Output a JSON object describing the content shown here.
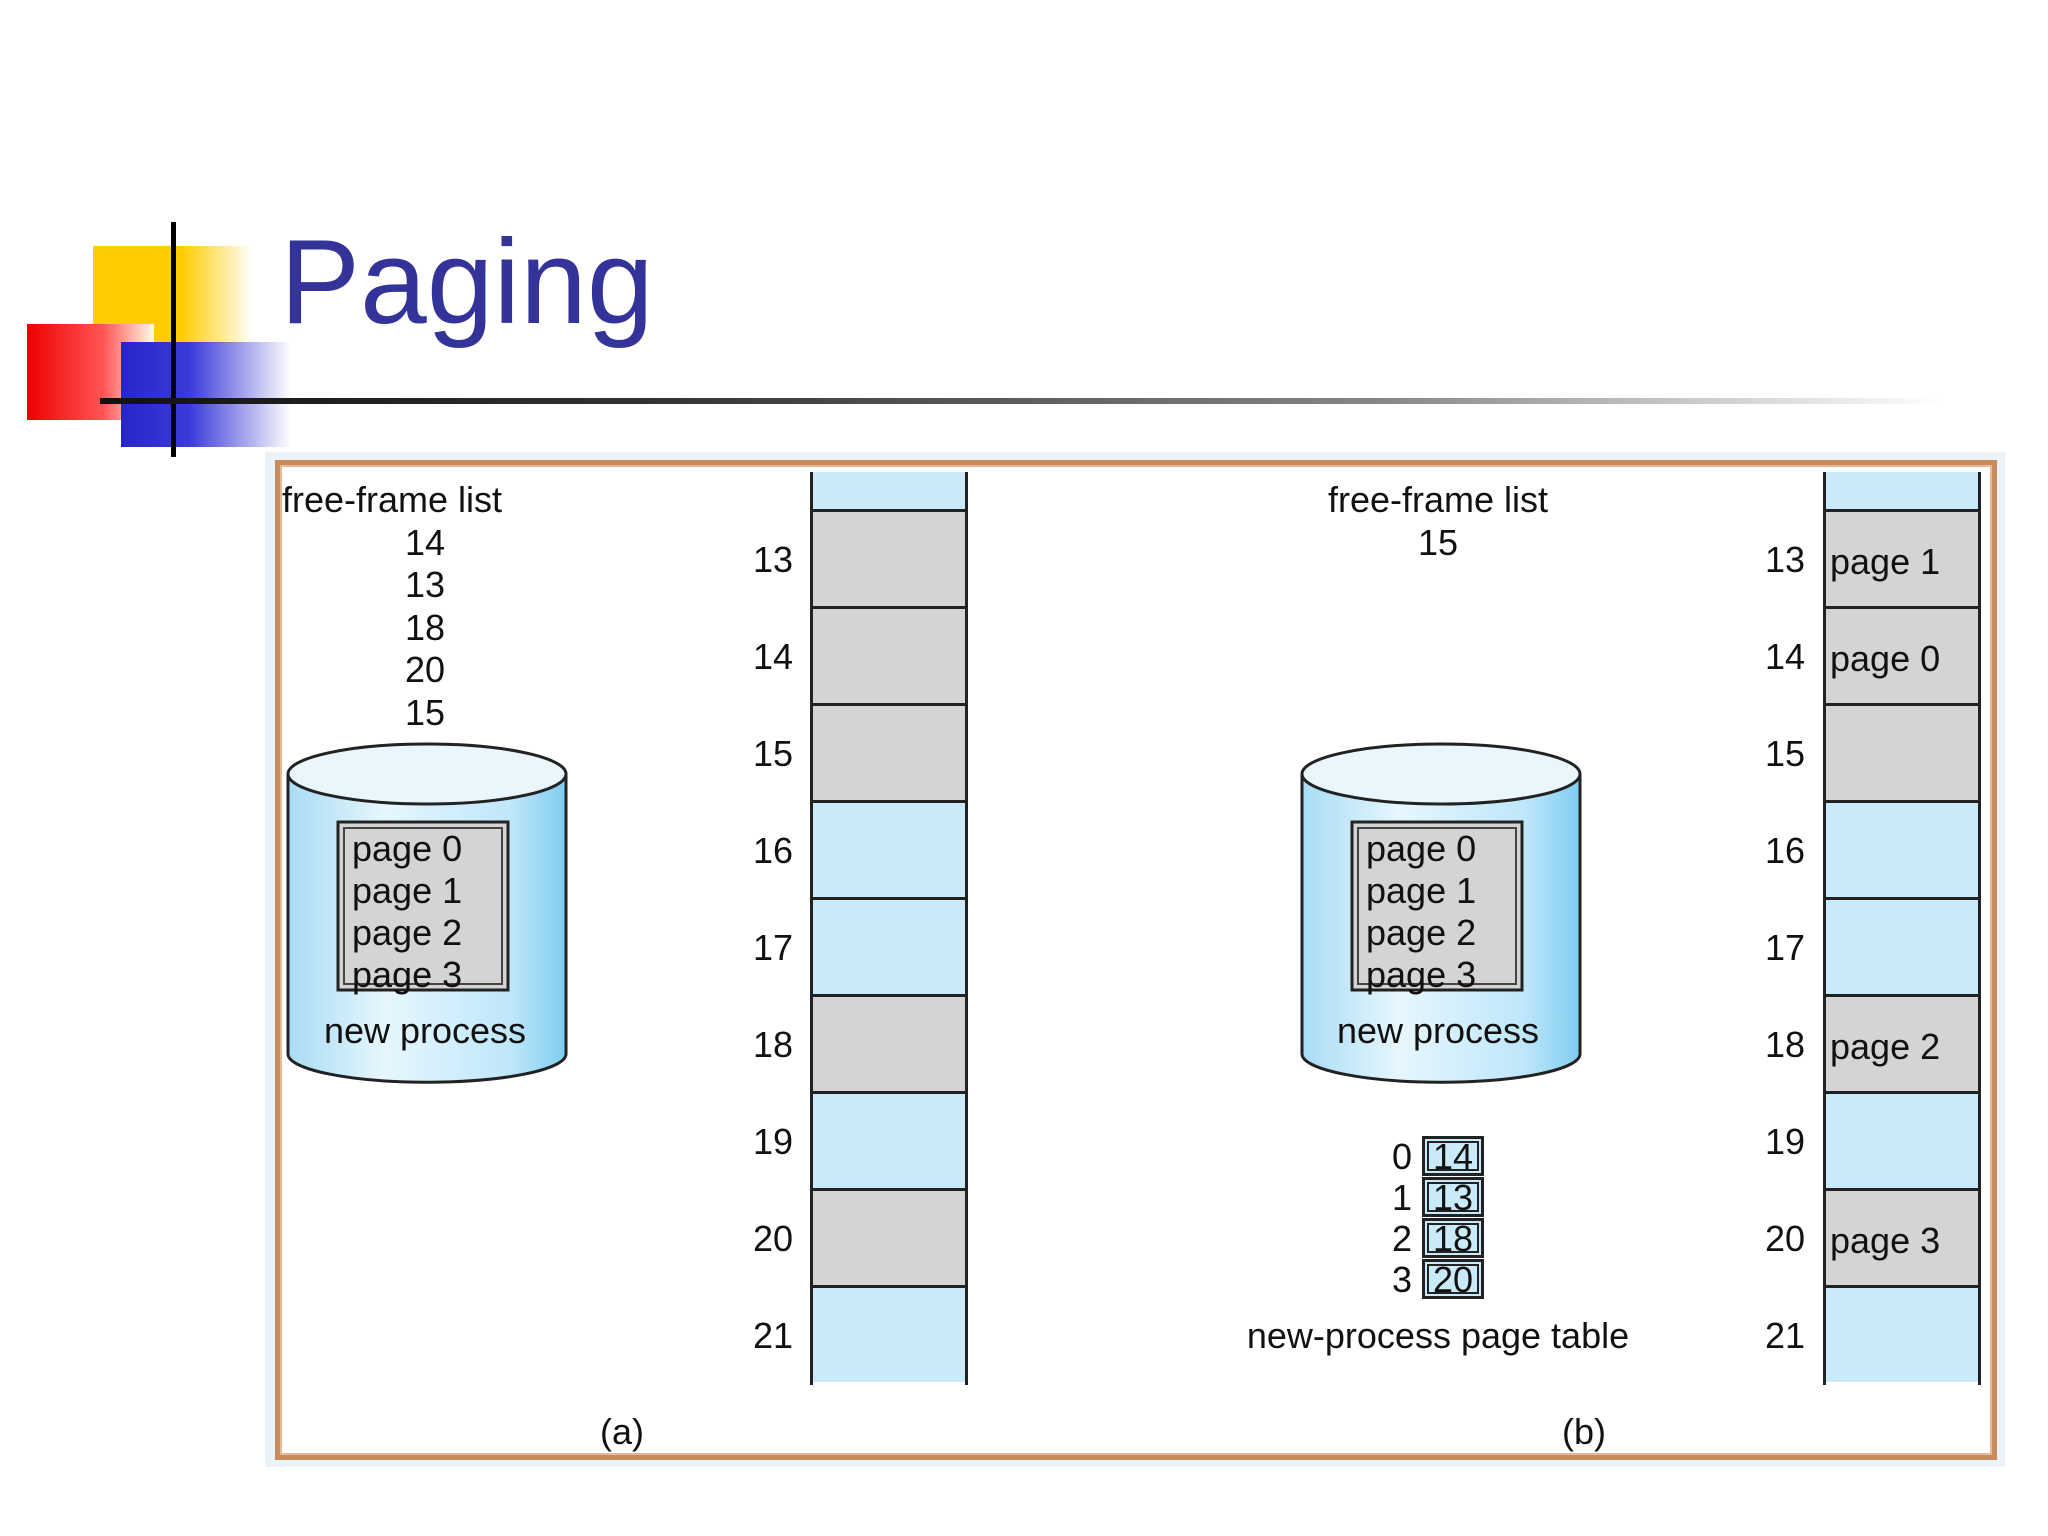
{
  "slide": {
    "title": "Paging"
  },
  "panel_a": {
    "free_frame_title": "free-frame list",
    "free_frames": [
      "14",
      "13",
      "18",
      "20",
      "15"
    ],
    "process_pages": [
      "page 0",
      "page 1",
      "page 2",
      "page 3"
    ],
    "process_label": "new process",
    "frame_numbers": [
      "13",
      "14",
      "15",
      "16",
      "17",
      "18",
      "19",
      "20",
      "21"
    ],
    "frame_states": [
      "used",
      "used",
      "used",
      "free",
      "free",
      "used",
      "free",
      "used",
      "free"
    ],
    "caption": "(a)"
  },
  "panel_b": {
    "free_frame_title": "free-frame list",
    "free_frames": [
      "15"
    ],
    "process_pages": [
      "page 0",
      "page 1",
      "page 2",
      "page 3"
    ],
    "process_label": "new process",
    "page_table": {
      "indices": [
        "0",
        "1",
        "2",
        "3"
      ],
      "frames": [
        "14",
        "13",
        "18",
        "20"
      ],
      "label": "new-process page table"
    },
    "frame_numbers": [
      "13",
      "14",
      "15",
      "16",
      "17",
      "18",
      "19",
      "20",
      "21"
    ],
    "frame_states": [
      "used",
      "used",
      "used",
      "free",
      "free",
      "used",
      "free",
      "used",
      "free"
    ],
    "frame_contents": [
      "page 1",
      "page 0",
      "",
      "",
      "",
      "page 2",
      "",
      "page 3",
      ""
    ],
    "caption": "(b)"
  },
  "colors": {
    "free_frame": "#c9ebf9",
    "used_frame": "#d4d4d4",
    "title": "#333399",
    "border": "#c98a5c"
  }
}
